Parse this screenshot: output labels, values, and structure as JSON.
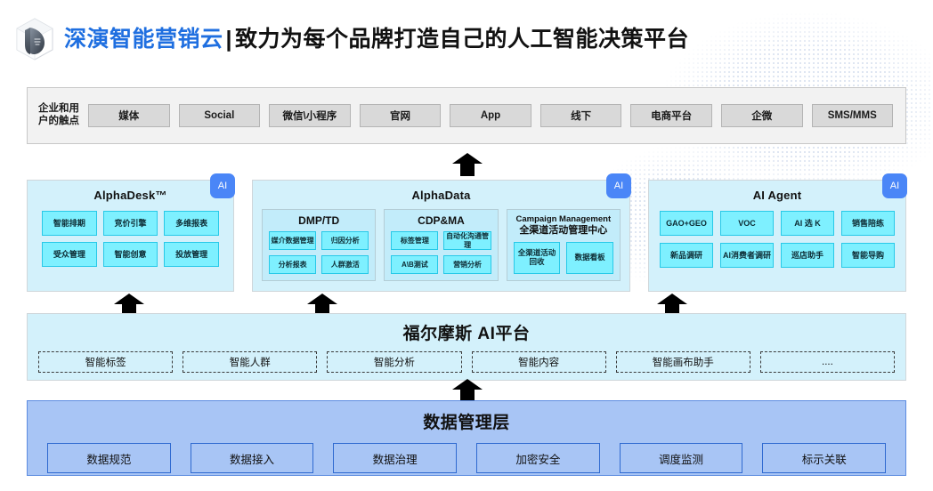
{
  "header": {
    "logo_icon": "cube-leaf-logo-icon",
    "brand_name": "深演智能营销云",
    "separator": "|",
    "tagline": "致力为每个品牌打造自己的人工智能决策平台",
    "brand_color": "#1f6fe0",
    "tagline_color": "#111111"
  },
  "touchpoints": {
    "label": "企业和用户的触点",
    "items": [
      {
        "label": "媒体"
      },
      {
        "label": "Social"
      },
      {
        "label": "微信\\小程序"
      },
      {
        "label": "官网"
      },
      {
        "label": "App"
      },
      {
        "label": "线下"
      },
      {
        "label": "电商平台"
      },
      {
        "label": "企微"
      },
      {
        "label": "SMS/MMS"
      }
    ]
  },
  "panels": [
    {
      "key": "alphadesk",
      "title": "AlphaDesk™",
      "badge": "AI",
      "tiles": [
        {
          "label": "智能排期"
        },
        {
          "label": "竞价引擎"
        },
        {
          "label": "多维报表"
        },
        {
          "label": "受众管理"
        },
        {
          "label": "智能创意"
        },
        {
          "label": "投放管理"
        }
      ]
    },
    {
      "key": "alphadata",
      "title": "AlphaData",
      "badge": "AI",
      "subcards": [
        {
          "title": "DMP/TD",
          "title_cn": "",
          "tiles": [
            {
              "label": "媒介数据管理"
            },
            {
              "label": "归因分析"
            },
            {
              "label": "分析报表"
            },
            {
              "label": "人群激活"
            }
          ]
        },
        {
          "title": "CDP&MA",
          "title_cn": "",
          "tiles": [
            {
              "label": "标签管理"
            },
            {
              "label": "自动化沟通管理"
            },
            {
              "label": "A\\B测试"
            },
            {
              "label": "营销分析"
            }
          ]
        },
        {
          "title": "Campaign Management",
          "title_cn": "全渠道活动管理中心",
          "tiles": [
            {
              "label": "全渠道活动回收"
            },
            {
              "label": "数据看板"
            }
          ]
        }
      ]
    },
    {
      "key": "ai-agent",
      "title": "AI Agent",
      "badge": "AI",
      "tiles": [
        {
          "label": "GAO+GEO"
        },
        {
          "label": "VOC"
        },
        {
          "label": "AI 选 K"
        },
        {
          "label": "销售陪练"
        },
        {
          "label": "新品调研"
        },
        {
          "label": "AI消费者调研"
        },
        {
          "label": "巡店助手"
        },
        {
          "label": "智能导购"
        }
      ]
    }
  ],
  "ai_platform": {
    "title": "福尔摩斯 AI平台",
    "items": [
      {
        "label": "智能标签"
      },
      {
        "label": "智能人群"
      },
      {
        "label": "智能分析"
      },
      {
        "label": "智能内容"
      },
      {
        "label": "智能画布助手"
      },
      {
        "label": "...."
      }
    ]
  },
  "data_management": {
    "title": "数据管理层",
    "items": [
      {
        "label": "数据规范"
      },
      {
        "label": "数据接入"
      },
      {
        "label": "数据治理"
      },
      {
        "label": "加密安全"
      },
      {
        "label": "调度监测"
      },
      {
        "label": "标示关联"
      }
    ]
  },
  "arrows": {
    "count": 6,
    "direction": "up",
    "color": "#000000"
  },
  "colors": {
    "panel_bg": "#d3f1fb",
    "tile_bg": "#7ef0ff",
    "tile_border": "#27c9e8",
    "subcard_bg": "#c2ecfa",
    "data_layer_bg": "#a8c5f5",
    "data_layer_border": "#2f6ad0",
    "touch_band_bg": "#f2f2f2",
    "touch_btn_bg": "#d9d9d9",
    "ai_badge_bg": "#4a86f7"
  }
}
